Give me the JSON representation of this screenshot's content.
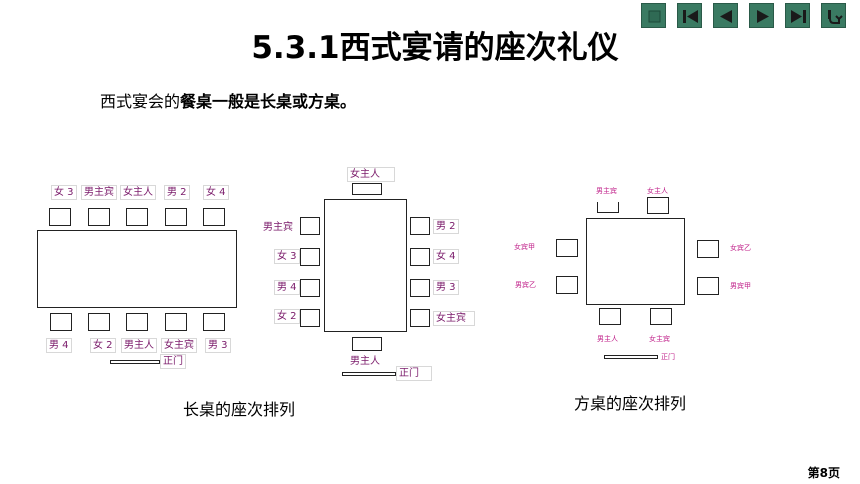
{
  "nav": {
    "buttons": [
      {
        "name": "home-icon"
      },
      {
        "name": "first-slide-icon"
      },
      {
        "name": "prev-slide-icon"
      },
      {
        "name": "next-slide-icon"
      },
      {
        "name": "last-slide-icon"
      },
      {
        "name": "return-icon"
      }
    ],
    "accent": "#3a7a62"
  },
  "title": "5.3.1西式宴请的座次礼仪",
  "intro": {
    "prefix": "西式宴会的",
    "bold": "餐桌一般是长桌或方桌。"
  },
  "long_table": {
    "top_labels": [
      "女 3",
      "男主宾",
      "女主人",
      "男 2",
      "女 4"
    ],
    "bottom_labels": [
      "男 4",
      "女 2",
      "男主人",
      "女主宾",
      "男 3"
    ],
    "entrance": "正门",
    "caption": "长桌的座次排列"
  },
  "vertical_table": {
    "top": "女主人",
    "left": [
      "男主宾",
      "女 3",
      "男 4",
      "女 2"
    ],
    "right": [
      "男 2",
      "女 4",
      "男 3",
      "女主宾"
    ],
    "bottom": "男主人",
    "entrance": "正门"
  },
  "square_table": {
    "top": [
      "男主宾",
      "女主人"
    ],
    "left": [
      "女宾甲",
      "男宾乙"
    ],
    "right": [
      "女宾乙",
      "男宾甲"
    ],
    "bottom": [
      "男主人",
      "女主宾"
    ],
    "entrance": "正门",
    "caption": "方桌的座次排列"
  },
  "page": "第8页"
}
